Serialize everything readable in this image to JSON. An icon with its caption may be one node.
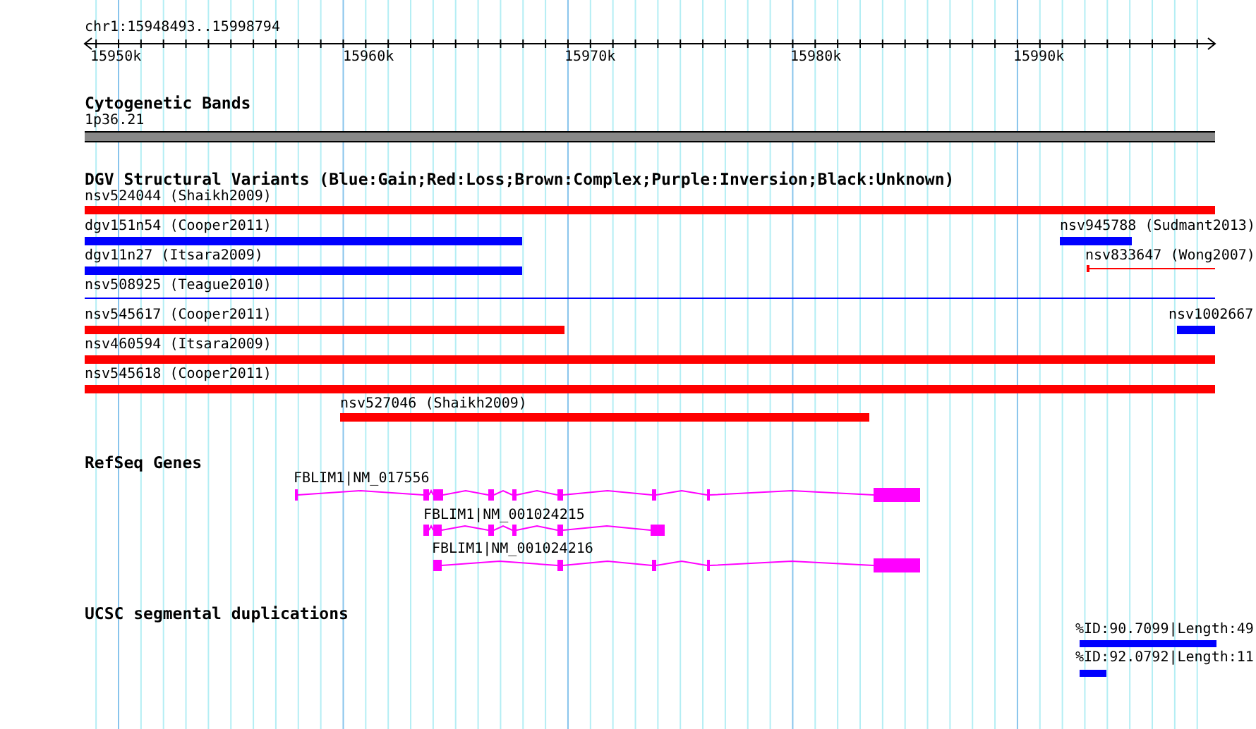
{
  "diagram": {
    "nodes": [
      {
        "text": [
          "1p36.21"
        ]
      },
      {
        "text": [
          "nsv524044 (Shaikh2009)"
        ]
      },
      {
        "text": [
          "dgv151n54 (Cooper2011)"
        ]
      },
      {
        "text": [
          "nsv945788 (Sudmant2013)"
        ]
      },
      {
        "text": [
          "dgv11n27 (Itsara2009)"
        ]
      },
      {
        "text": [
          "nsv833647 (Wong2007)"
        ]
      },
      {
        "text": [
          "nsv508925 (Teague2010)"
        ]
      },
      {
        "text": [
          "nsv545617 (Cooper2011)"
        ]
      },
      {
        "text": [
          "nsv1002667"
        ]
      },
      {
        "text": [
          "nsv460594 (Itsara2009)"
        ]
      },
      {
        "text": [
          "nsv545618 (Cooper2011)"
        ]
      },
      {
        "text": [
          "nsv527046 (Shaikh2009)"
        ]
      },
      {
        "text": [
          "FBLIM1|NM_017556"
        ]
      },
      {
        "text": [
          "FBLIM1|NM_001024215"
        ]
      },
      {
        "text": [
          "FBLIM1|NM_001024216"
        ]
      },
      {
        "text": [
          "%ID:90.7099|Length:49"
        ]
      },
      {
        "text": [
          "%ID:92.0792|Length:11"
        ]
      }
    ],
    "edges": [],
    "labels": [
      "chr1:15948493..15998794",
      "15950k",
      "15960k",
      "15970k",
      "15980k",
      "15990k",
      "Cytogenetic Bands",
      "DGV Structural Variants (Blue:Gain;Red:Loss;Brown:Complex;Purple:Inversion;Black:Unknown)",
      "RefSeq Genes",
      "UCSC segmental duplications"
    ]
  }
}
